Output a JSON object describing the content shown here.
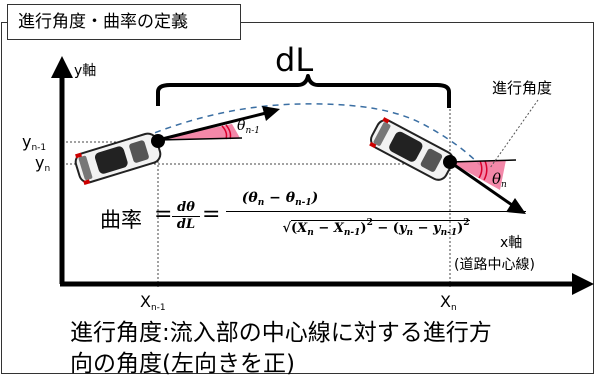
{
  "header": {
    "title": "進行角度・曲率の定義"
  },
  "axes": {
    "y_label": "y軸",
    "x_label_line1": "x軸",
    "x_label_line2": "(道路中心線)"
  },
  "distance_label": "dL",
  "angle_callout": "進行角度",
  "y_ticks": {
    "yn1": "yn-1",
    "yn": "yn"
  },
  "x_ticks": {
    "xn1": "Xn-1",
    "xn": "Xn"
  },
  "vehicle_angles": {
    "first": "θn-1",
    "second": "θn"
  },
  "formula": {
    "label": "曲率",
    "eq": "=",
    "d_numer": "dθ",
    "d_denom": "dL",
    "numer": "(θn − θn-1)",
    "denom": "√((Xn − Xn-1)² − (yn − yn-1)²)"
  },
  "definition": {
    "line1": "進行角度:流入部の中心線に対する進行方",
    "line2": "向の角度(左向きを正)"
  },
  "colors": {
    "angle_fill": "#f27ba0",
    "angle_arc": "#d9002c",
    "path_dash": "#3b6fa3"
  }
}
